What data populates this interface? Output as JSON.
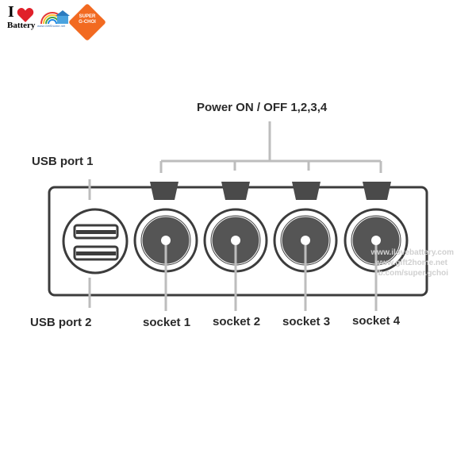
{
  "logos": {
    "love_battery": {
      "prefix": "I",
      "word": "Battery"
    },
    "mini_site": "www.GiftShome.net",
    "super_gchoi": {
      "line1": "SUPER",
      "line2": "G-CHOI"
    }
  },
  "diagram": {
    "power_label": "Power ON / OFF 1,2,3,4",
    "usb_port_1": "USB port 1",
    "usb_port_2": "USB port 2",
    "sockets": [
      {
        "label": "socket 1"
      },
      {
        "label": "socket 2"
      },
      {
        "label": "socket 3"
      },
      {
        "label": "socket 4"
      }
    ]
  },
  "watermark": {
    "line1": "www.ilovebattery.com",
    "line2": "www.gift2home.net",
    "line3": "fb.com/super.gchoi"
  },
  "colors": {
    "stroke": "#3c3c3c",
    "line": "#bdbdbd",
    "socket_inner": "#555555",
    "logo_heart": "#e0202a",
    "logo_orange": "#f26a21"
  }
}
